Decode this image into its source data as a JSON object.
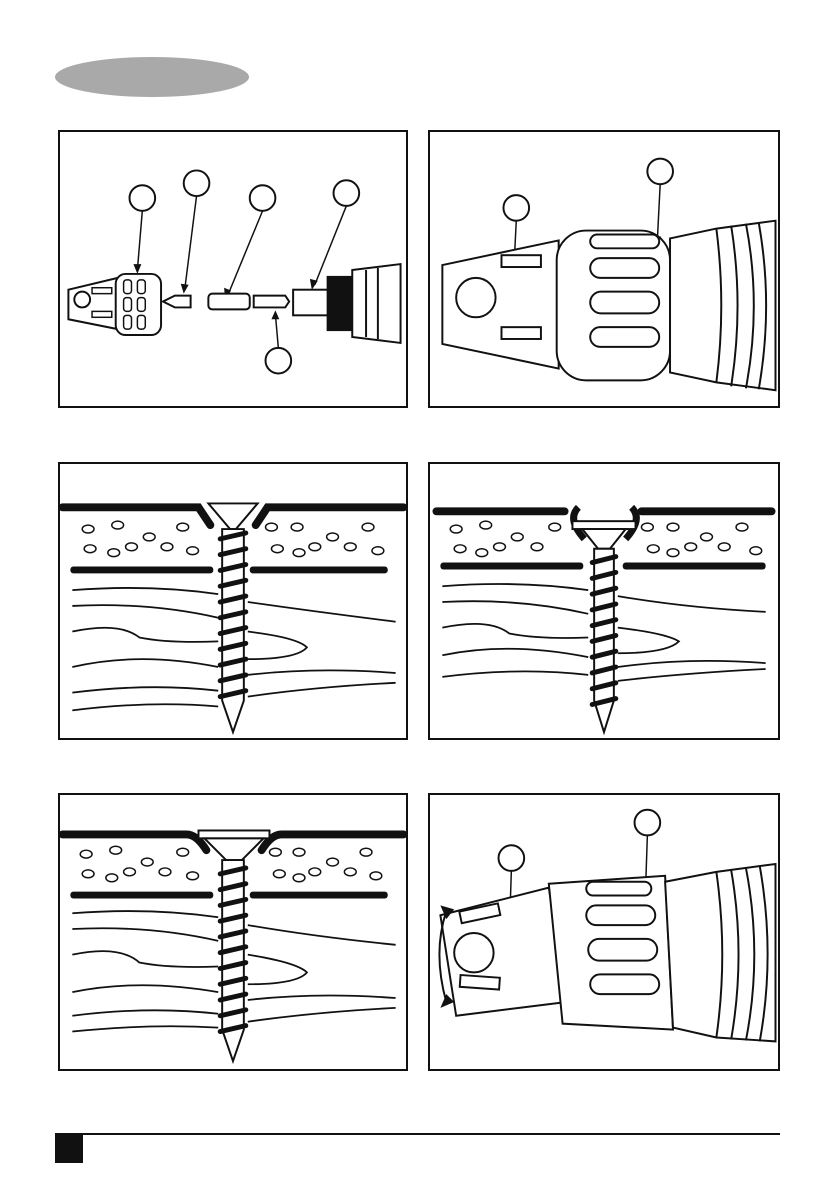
{
  "header": {
    "pill_color": "#a9a9a9"
  },
  "panels": [
    {
      "id": "bit-assembly",
      "callouts": 5
    },
    {
      "id": "nose-collar",
      "callouts": 2
    },
    {
      "id": "screw-shallow",
      "callouts": 0
    },
    {
      "id": "screw-proud",
      "callouts": 0
    },
    {
      "id": "screw-flush",
      "callouts": 0
    },
    {
      "id": "nose-rotate",
      "callouts": 2
    }
  ],
  "footer": {
    "page_number": ""
  }
}
